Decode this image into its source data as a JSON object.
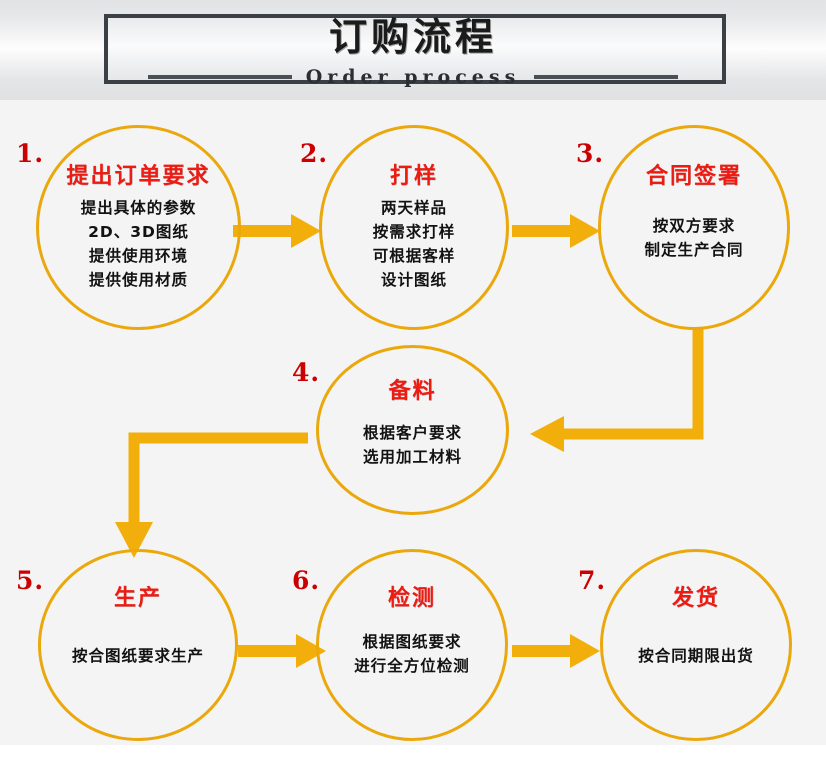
{
  "header": {
    "title": "订购流程",
    "subtitle": "Order process"
  },
  "colors": {
    "accent": "#eba80c",
    "arrow": "#f2ae0a",
    "title_red": "#ee1b12",
    "number_red": "#cc0000",
    "frame_border": "#3b4046",
    "body_background": "#f4f4f4"
  },
  "steps": [
    {
      "number": "1.",
      "title": "提出订单要求",
      "lines": [
        "提出具体的参数",
        "2D、3D图纸",
        "提供使用环境",
        "提供使用材质"
      ]
    },
    {
      "number": "2.",
      "title": "打样",
      "lines": [
        "两天样品",
        "按需求打样",
        "可根据客样",
        "设计图纸"
      ]
    },
    {
      "number": "3.",
      "title": "合同签署",
      "lines": [
        "按双方要求",
        "制定生产合同"
      ]
    },
    {
      "number": "4.",
      "title": "备料",
      "lines": [
        "根据客户要求",
        "选用加工材料"
      ]
    },
    {
      "number": "5.",
      "title": "生产",
      "lines": [
        "按合图纸要求生产"
      ]
    },
    {
      "number": "6.",
      "title": "检测",
      "lines": [
        "根据图纸要求",
        "进行全方位检测"
      ]
    },
    {
      "number": "7.",
      "title": "发货",
      "lines": [
        "按合同期限出货"
      ]
    }
  ],
  "connectors": [
    {
      "name": "arrow-step1-to-step2",
      "direction": "right"
    },
    {
      "name": "arrow-step2-to-step3",
      "direction": "right"
    },
    {
      "name": "arrow-step3-to-step4",
      "direction": "down-left"
    },
    {
      "name": "arrow-step4-to-step5",
      "direction": "left-down"
    },
    {
      "name": "arrow-step5-to-step6",
      "direction": "right"
    },
    {
      "name": "arrow-step6-to-step7",
      "direction": "right"
    }
  ]
}
